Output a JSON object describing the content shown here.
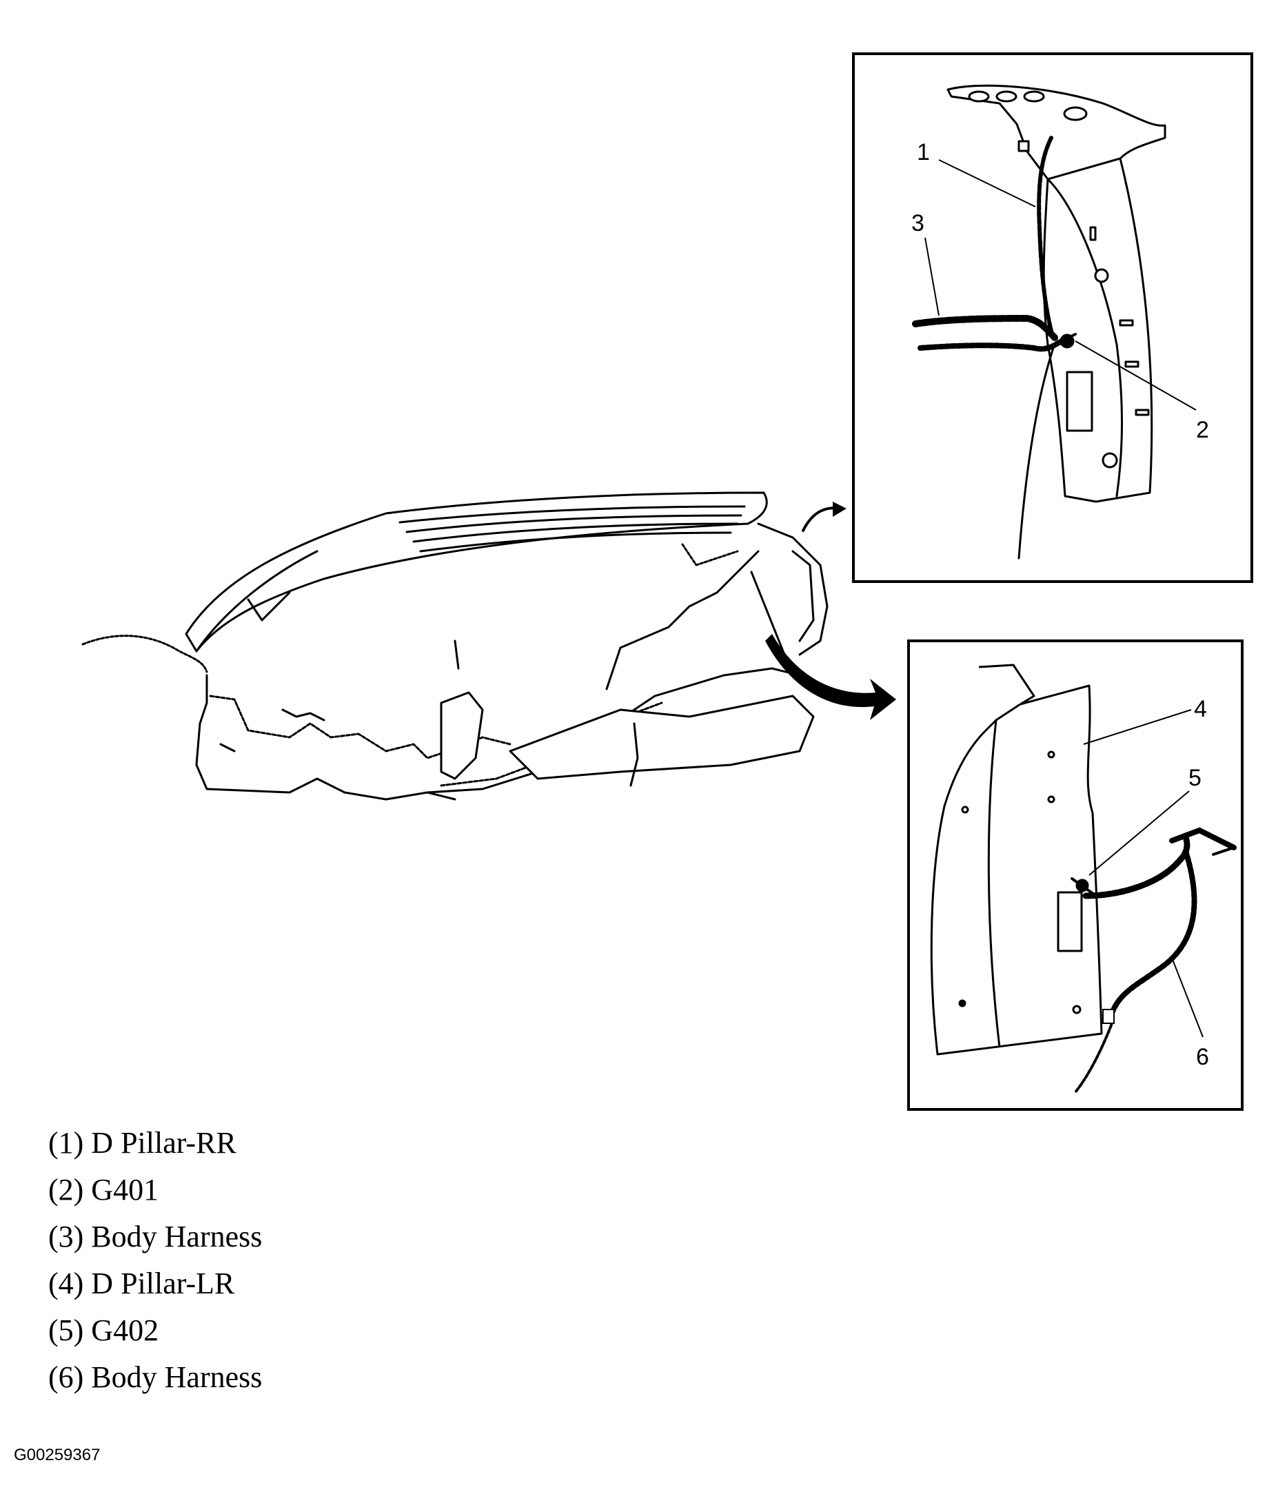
{
  "callouts": {
    "c1": "1",
    "c2": "2",
    "c3": "3",
    "c4": "4",
    "c5": "5",
    "c6": "6"
  },
  "legend": [
    "(1) D Pillar-RR",
    "(2) G401",
    "(3) Body Harness",
    "(4) D Pillar-LR",
    "(5) G402",
    "(6) Body Harness"
  ],
  "figure_id": "G00259367"
}
